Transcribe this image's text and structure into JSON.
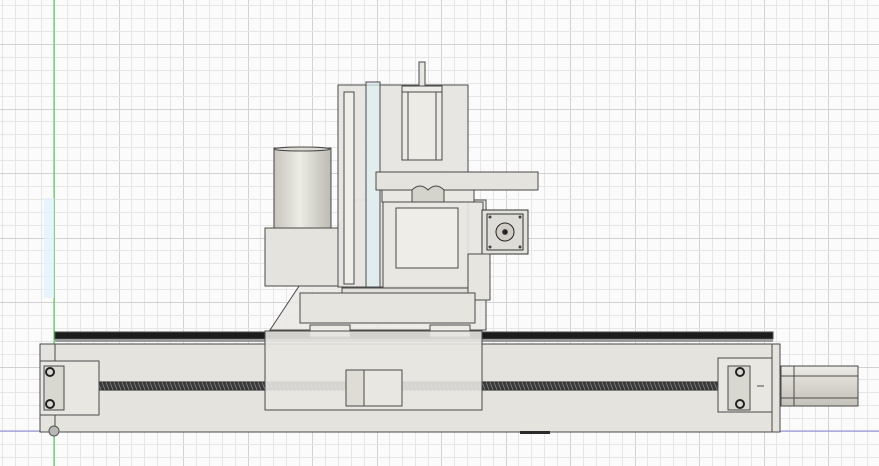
{
  "viewport": {
    "view": "front",
    "background_color": "#fbfbfb",
    "grid": {
      "minor_color": "#e6e6e6",
      "major_color": "#d2d2d2"
    },
    "axes": {
      "vertical_axis_color": "#3cc84a",
      "horizontal_axis_color": "#8a8ae0"
    }
  },
  "model": {
    "parts": [
      "base-rail",
      "top-rail-strip",
      "left-bearing-block",
      "right-bearing-block",
      "lead-screw",
      "lead-screw-nut",
      "x-axis-motor",
      "gantry-carriage",
      "gantry-slope-plate",
      "spindle-motor-cylinder",
      "z-axis-column",
      "z-axis-top-block",
      "z-axis-shaft",
      "y-axis-arm",
      "y-axis-stepper-motor"
    ],
    "colors": {
      "body": "#e4e3de",
      "body_light": "#efeeea",
      "outline": "#4a4a4a",
      "rail_dark": "#1c1c1c",
      "screw": "#3a3a3a",
      "cylinder": "#d4d2ca"
    }
  }
}
